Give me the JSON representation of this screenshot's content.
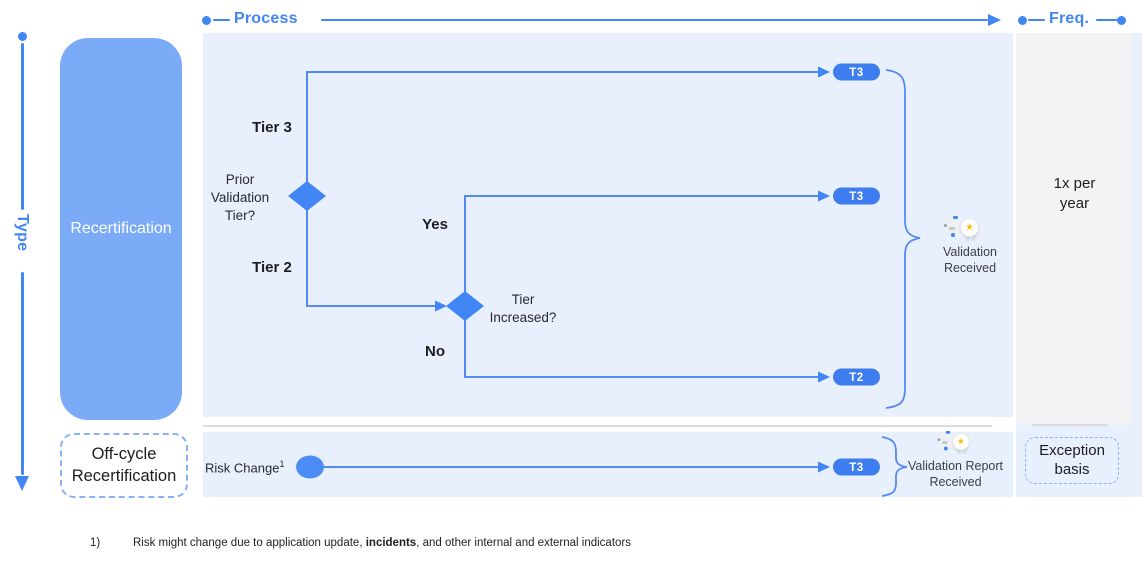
{
  "axes": {
    "process": "Process",
    "freq": "Freq.",
    "type": "Type"
  },
  "type_lane": {
    "recertification": "Recertification",
    "off_cycle": "Off-cycle Recertification"
  },
  "flowchart": {
    "tier3": "Tier 3",
    "tier2": "Tier 2",
    "decision_prior": "Prior Validation Tier?",
    "yes": "Yes",
    "no": "No",
    "decision_increased": "Tier Increased?",
    "pill_top": "T3",
    "pill_mid": "T3",
    "pill_bottom": "T2",
    "outcome": "Validation Received"
  },
  "off_cycle_row": {
    "risk_change": "Risk Change",
    "footnote_ref": "1",
    "pill": "T3",
    "outcome": "Validation Report Received"
  },
  "freq_lane": {
    "annual": "1x per year",
    "exception": "Exception basis"
  },
  "footnote": {
    "marker": "1)",
    "text_before": "Risk might change due to application update, ",
    "text_bold": "incidents",
    "text_after": ", and other internal and external indicators"
  },
  "icons": {
    "validation_badge_glyph": "★"
  },
  "colors": {
    "accent_blue": "#4285F4",
    "line_blue": "#5389F2",
    "pill_blue": "#3D7DF0",
    "panel_blue": "#E8F0FE",
    "lane_gray": "#F1F3F4",
    "recert_fill": "#7BAAF7",
    "divider_gray": "#DADCE0"
  }
}
